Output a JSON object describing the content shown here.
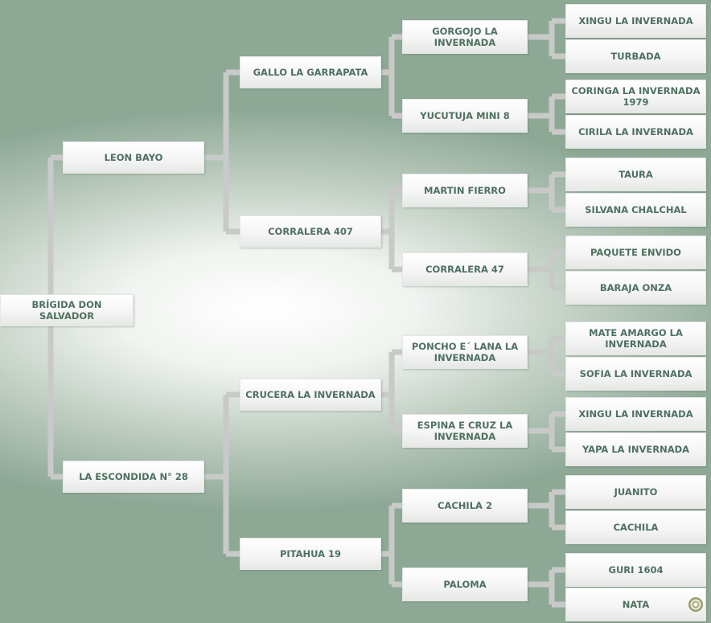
{
  "pedigree": {
    "subject": "BRÍGIDA DON SALVADOR",
    "sire": "LEON BAYO",
    "dam": "LA ESCONDIDA N° 28",
    "sire_sire": "GALLO LA GARRAPATA",
    "sire_dam": "CORRALERA 407",
    "dam_sire": "CRUCERA LA INVERNADA",
    "dam_dam": "PITAHUA 19",
    "gen3": [
      "GORGOJO LA INVERNADA",
      "YUCUTUJA MINI 8",
      "MARTIN FIERRO",
      "CORRALERA 47",
      "PONCHO E´ LANA LA\nINVERNADA",
      "ESPINA E CRUZ LA\nINVERNADA",
      "CACHILA 2",
      "PALOMA"
    ],
    "gen4": [
      "XINGU LA INVERNADA",
      "TURBADA",
      "CORINGA LA INVERNADA 1979",
      "CIRILA LA INVERNADA",
      "TAURA",
      "SILVANA CHALCHAL",
      "PAQUETE ENVIDO",
      "BARAJA ONZA",
      "MATE AMARGO LA INVERNADA",
      "SOFIA LA INVERNADA",
      "XINGU LA INVERNADA",
      "YAPA LA INVERNADA",
      "JUANITO",
      "CACHILA",
      "GURI 1604",
      "NATA"
    ]
  },
  "colors": {
    "text": "#4f7061",
    "line": "#c8cac8"
  },
  "icons": {
    "corner_seal": "seal-icon"
  }
}
